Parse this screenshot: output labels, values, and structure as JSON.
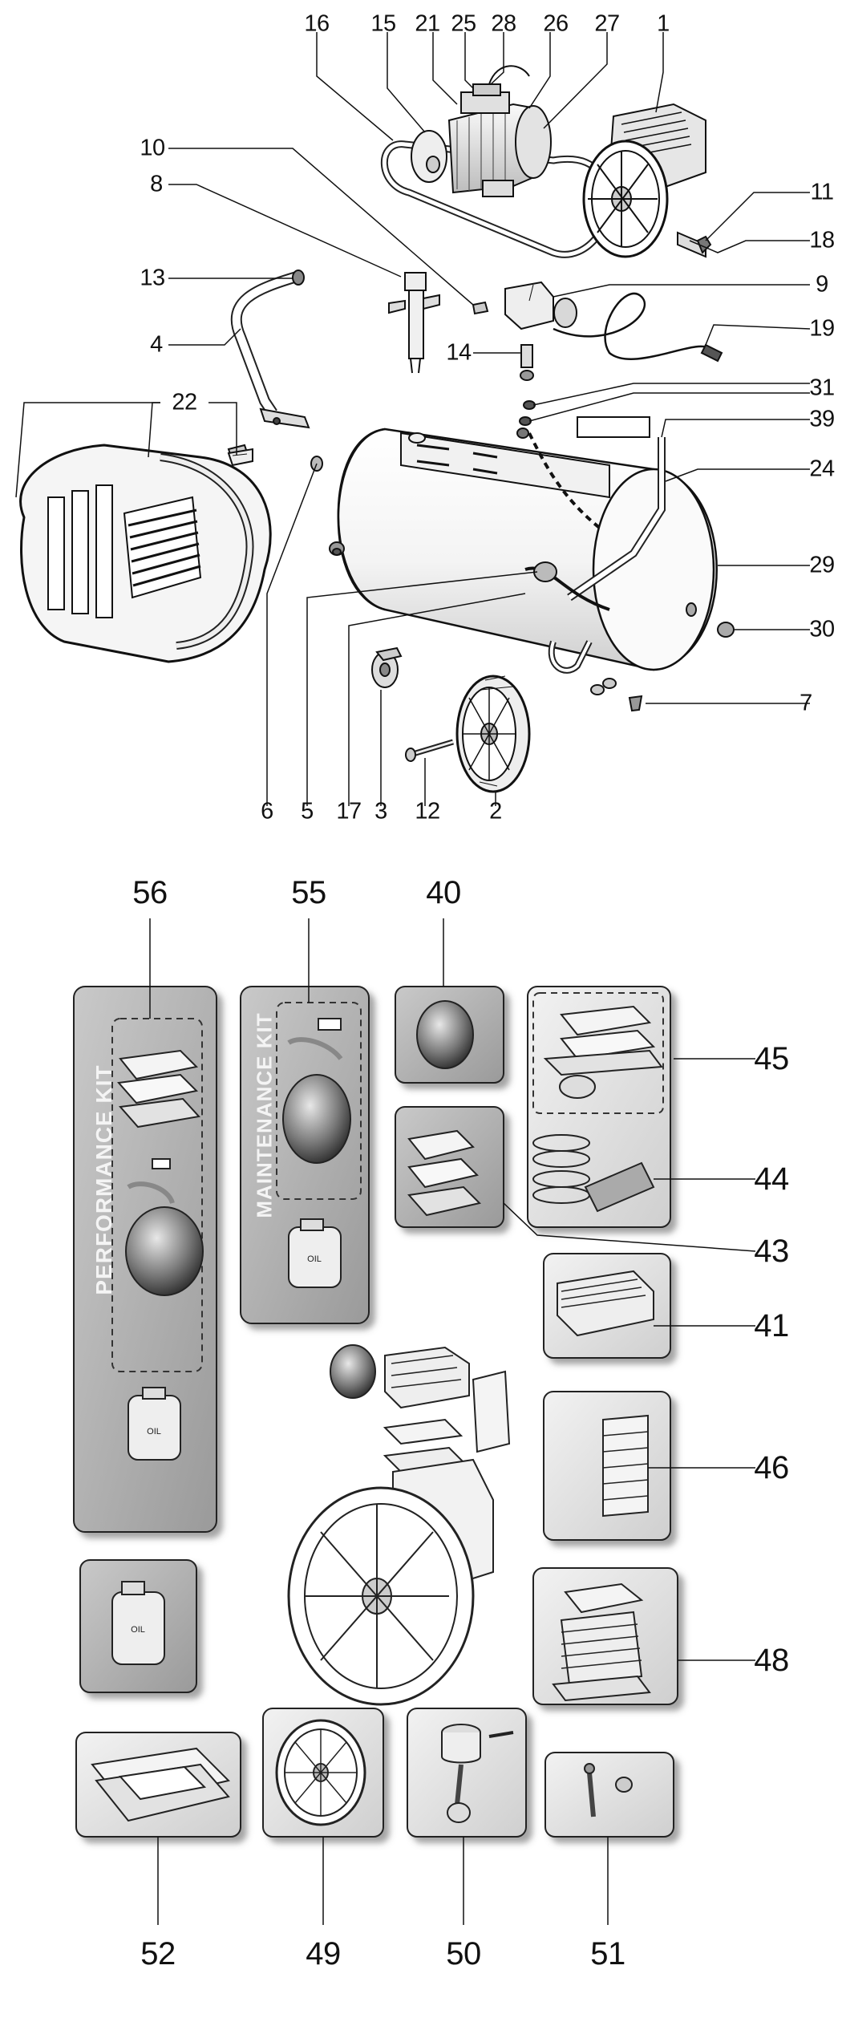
{
  "diagram": {
    "top_callouts": [
      "16",
      "15",
      "21",
      "25",
      "28",
      "26",
      "27",
      "1",
      "10",
      "8",
      "11",
      "18",
      "13",
      "9",
      "4",
      "19",
      "14",
      "22",
      "31",
      "39",
      "24",
      "29",
      "30",
      "7",
      "6",
      "5",
      "17",
      "3",
      "12",
      "2"
    ],
    "bottom_callouts": [
      "56",
      "55",
      "40",
      "45",
      "44",
      "43",
      "41",
      "46",
      "48",
      "52",
      "49",
      "50",
      "51"
    ],
    "kits": {
      "performance": "PERFORMANCE KIT",
      "maintenance": "MAINTENANCE KIT"
    },
    "oil_text": "OIL"
  }
}
